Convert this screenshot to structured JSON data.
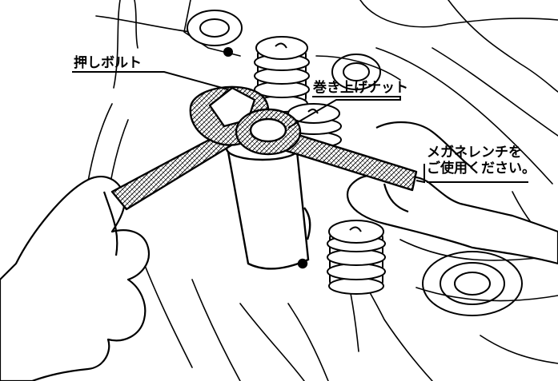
{
  "labels": {
    "push_bolt": "押しボルト",
    "lift_nut": "巻き上げナット",
    "instruction_line1": "メガネレンチを",
    "instruction_line2": "ご使用ください。"
  },
  "colors": {
    "ink": "#000000",
    "paper": "#ffffff"
  }
}
